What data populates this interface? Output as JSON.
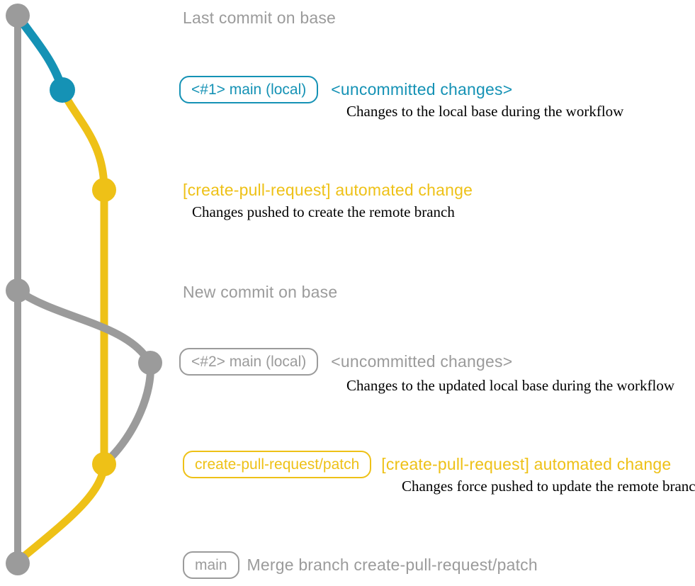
{
  "colors": {
    "gray": "#9b9b9b",
    "blue": "#1592b5",
    "yellow": "#eec117",
    "ink": "#000000",
    "bg": "#ffffff"
  },
  "icons": {
    "commit_dot": "filled-circle",
    "branch_edge": "curved-line"
  },
  "annotations": {
    "row1": {
      "title": "Last commit on base"
    },
    "row2": {
      "branch_label": "<#1> main (local)",
      "status": "<uncommitted changes>",
      "description": "Changes to the local base during the workflow"
    },
    "row3": {
      "commit_message": "[create-pull-request] automated change",
      "description": "Changes pushed to create the remote branch"
    },
    "row4": {
      "title": "New commit on base"
    },
    "row5": {
      "branch_label": "<#2> main (local)",
      "status": "<uncommitted changes>",
      "description": "Changes to the updated local base during the workflow"
    },
    "row6": {
      "branch_label": "create-pull-request/patch",
      "commit_message": "[create-pull-request] automated change",
      "description": "Changes force pushed to update the remote branch"
    },
    "row7": {
      "branch_label": "main",
      "commit_message": "Merge branch create-pull-request/patch"
    }
  }
}
